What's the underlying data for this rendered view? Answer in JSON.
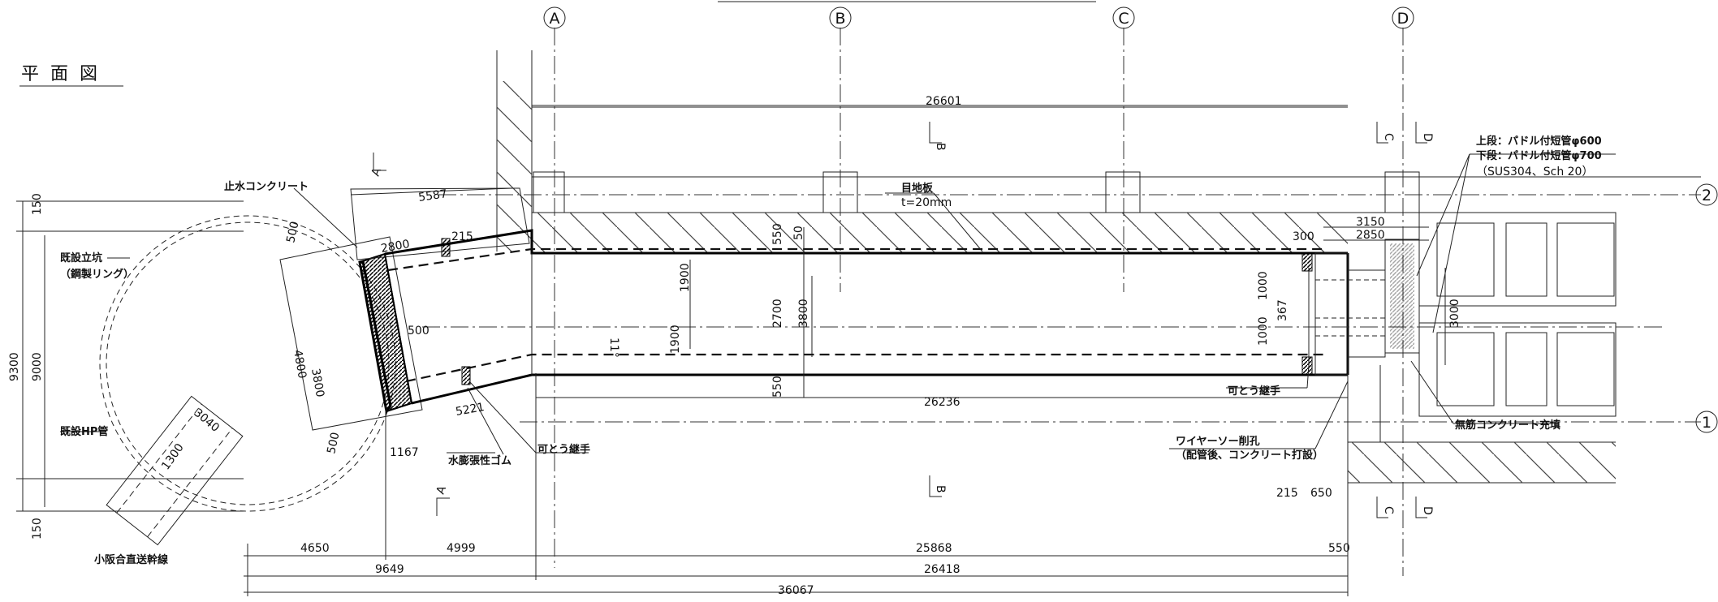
{
  "title": "平面図",
  "grid_axes": {
    "A": "A",
    "B": "B",
    "C": "C",
    "D": "D",
    "row1": "1",
    "row2": "2"
  },
  "sections": {
    "A1": "A",
    "A2": "A",
    "B1": "B",
    "B2": "B",
    "C1": "C",
    "C2": "C",
    "D1": "D",
    "D2": "D"
  },
  "labels": {
    "shisui": "止水コンクリート",
    "tatekou_1": "既設立坑",
    "tatekou_2": "（鋼製リング）",
    "kisetsu_hp": "既設HP管",
    "kansen": "小阪合直送幹線",
    "mekuri_1": "目地板",
    "mekuri_2": "t=20mm",
    "suikei": "水膨張性ゴム",
    "katou_left": "可とう継手",
    "katou_right": "可とう継手",
    "wire_1": "ワイヤーソー削孔",
    "wire_2": "（配管後、コンクリート打設）",
    "mukin": "無筋コンクリート充填",
    "paddle_1": "上段：パドル付短管φ600",
    "paddle_2": "下段：パドル付短管φ700",
    "paddle_3": "（SUS304、Sch 20）"
  },
  "dims": {
    "d26601": "26601",
    "d5587": "5587",
    "d2800": "2800",
    "d215a": "215",
    "d500a": "500",
    "d500b": "500",
    "d500c": "500",
    "d3800a": "3800",
    "d4800": "4800",
    "d5221": "5221",
    "d1167": "1167",
    "d3040": "3040",
    "d1300": "1300",
    "d150a": "150",
    "d150b": "150",
    "d9300": "9300",
    "d9000": "9000",
    "d550a": "550",
    "d50": "50",
    "d1900a": "1900",
    "d1900b": "1900",
    "d2700": "2700",
    "d3800b": "3800",
    "d550b": "550",
    "d11": "11°",
    "d26236": "26236",
    "d300": "300",
    "d3150": "3150",
    "d2850": "2850",
    "d1000a": "1000",
    "d1000b": "1000",
    "d367": "367",
    "d3000": "3000",
    "d215b": "215",
    "d650": "650",
    "d4650": "4650",
    "d4999": "4999",
    "d25868": "25868",
    "d550c": "550",
    "d9649": "9649",
    "d26418": "26418",
    "d36067": "36067"
  }
}
